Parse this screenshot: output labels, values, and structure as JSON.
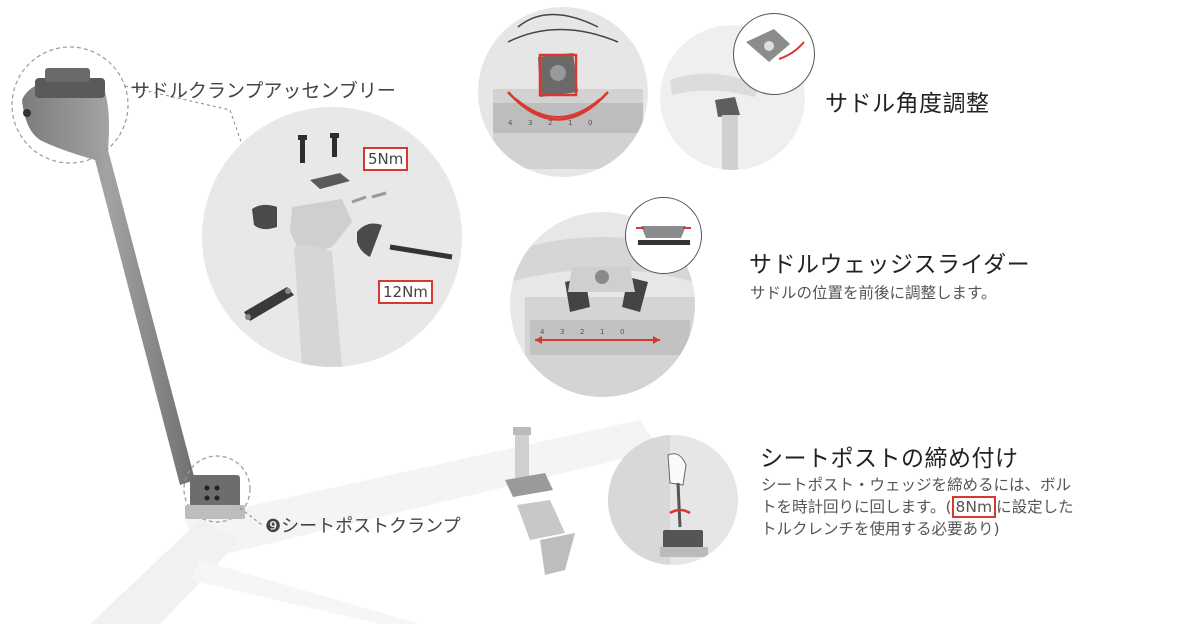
{
  "labels": {
    "clamp_assembly": "サドルクランプアッセンブリー",
    "seatpost_clamp_number": "❾",
    "seatpost_clamp": "シートポストクランプ"
  },
  "torques": {
    "small_bolts": "5Nm",
    "long_bolt": "12Nm"
  },
  "sections": {
    "angle": {
      "title": "サドル角度調整"
    },
    "slider": {
      "title": "サドルウェッジスライダー",
      "desc": "サドルの位置を前後に調整します。"
    },
    "tighten": {
      "title": "シートポストの締め付け",
      "desc_1": "シートポスト・ウェッジを締めるには、ボル",
      "desc_2a": "トを時計回りに回します。(",
      "torque": "8Nm",
      "desc_2b": "に設定した",
      "desc_3": "トルクレンチを使用する必要あり)"
    }
  },
  "scale_ticks": [
    "4",
    "3",
    "2",
    "1",
    "0"
  ],
  "colors": {
    "accent": "#d9382f",
    "part": "#8a8a8a",
    "part_dark": "#4a4a4a",
    "circle_bg": "#e9e9e9"
  }
}
